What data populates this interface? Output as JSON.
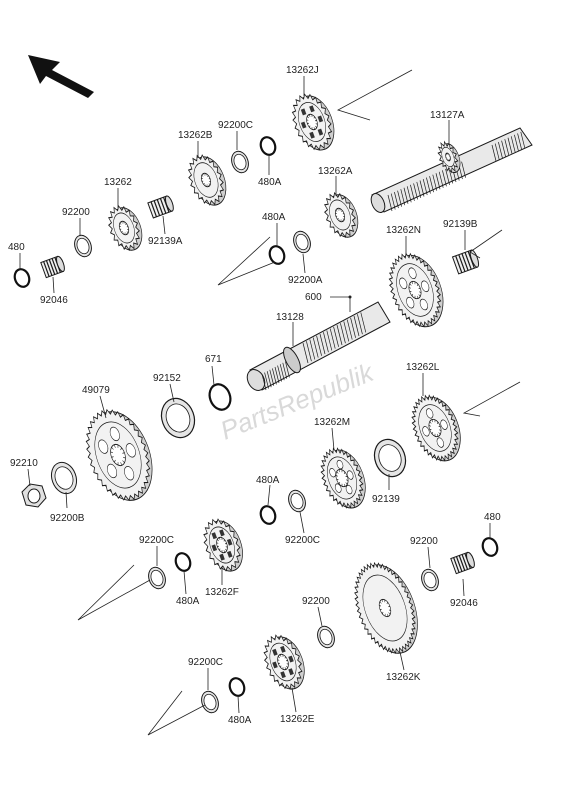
{
  "watermark": "PartsRepublik",
  "icons": {
    "direction_arrow": "front-direction-arrow-icon"
  },
  "labels": {
    "13262J": "13262J",
    "13127A": "13127A",
    "13262B": "13262B",
    "92200C_1": "92200C",
    "480A_1": "480A",
    "13262": "13262",
    "13262A": "13262A",
    "92200_1": "92200",
    "92139A": "92139A",
    "480A_2": "480A",
    "13262N": "13262N",
    "92139B": "92139B",
    "480_1": "480",
    "92046_1": "92046",
    "92200A": "92200A",
    "600": "600",
    "13128": "13128",
    "671": "671",
    "49079": "49079",
    "92152": "92152",
    "13262L": "13262L",
    "13262M": "13262M",
    "92210": "92210",
    "92139": "92139",
    "480A_3": "480A",
    "92200B": "92200B",
    "92200C_2": "92200C",
    "92200C_3": "92200C",
    "480A_4": "480A",
    "13262F": "13262F",
    "92200_2": "92200",
    "480_2": "480",
    "92046_2": "92046",
    "92200_3": "92200",
    "13262K": "13262K",
    "92200C_4": "92200C",
    "480A_5": "480A",
    "13262E": "13262E"
  }
}
